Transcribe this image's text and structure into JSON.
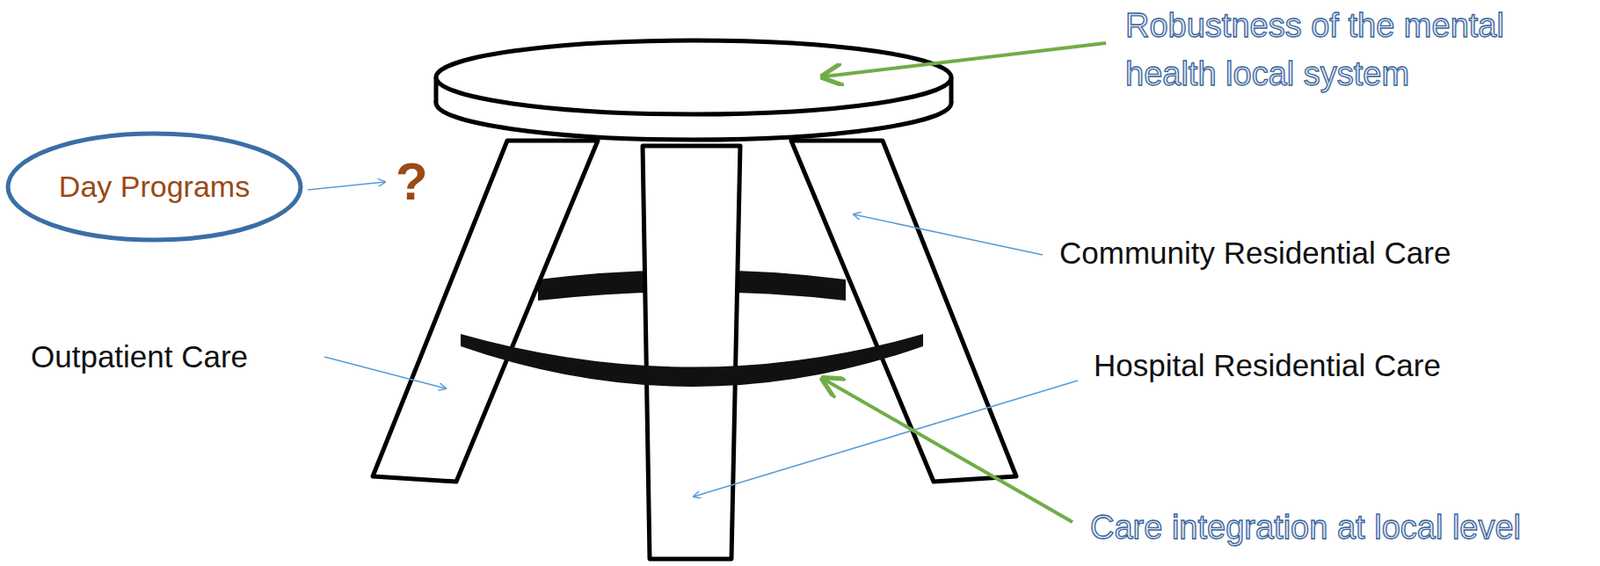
{
  "diagram": {
    "nodes": [
      {
        "text": [
          "Day Programs"
        ]
      }
    ],
    "labels": [
      "Robustness of the mental health local system",
      "?",
      "Community Residential Care",
      "Outpatient Care",
      "Hospital Residential Care",
      "Care integration at local level"
    ]
  }
}
